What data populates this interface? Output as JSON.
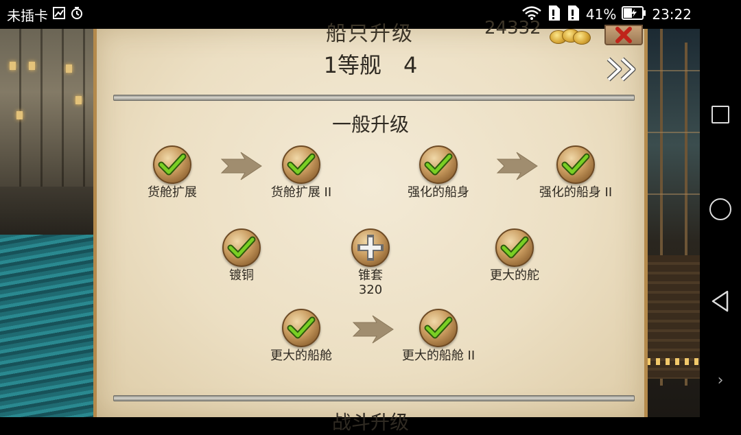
{
  "status_bar": {
    "carrier": "未插卡",
    "battery": "41%",
    "time": "23:22",
    "icons": [
      "sim-card-icon",
      "alarm-clock-icon",
      "wifi-icon",
      "battery-icon"
    ]
  },
  "header": {
    "title_partial": "船只升级",
    "gold_partial": "24332",
    "ship_class": "1等舰　4"
  },
  "sections": {
    "general_title": "一般升级",
    "combat_title_partial": "战斗升级"
  },
  "upgrades": {
    "cargo_1": {
      "label": "货舱扩展",
      "state": "done"
    },
    "cargo_2": {
      "label": "货舱扩展 II",
      "state": "done"
    },
    "hull_1": {
      "label": "强化的船身",
      "state": "done"
    },
    "hull_2": {
      "label": "强化的船身 II",
      "state": "done"
    },
    "copper": {
      "label": "镀铜",
      "state": "done"
    },
    "anchor": {
      "label": "锥套",
      "cost": "320",
      "state": "available"
    },
    "rudder": {
      "label": "更大的舵",
      "state": "done"
    },
    "hold_1": {
      "label": "更大的船舱",
      "state": "done"
    },
    "hold_2": {
      "label": "更大的船舱 II",
      "state": "done"
    }
  },
  "colors": {
    "parchment": "#ecdfc3",
    "frame": "#b48a4c",
    "check": "#6fc21d",
    "close_x": "#c0241a",
    "arrow": "#a08d6f",
    "water": "#2a8990"
  }
}
